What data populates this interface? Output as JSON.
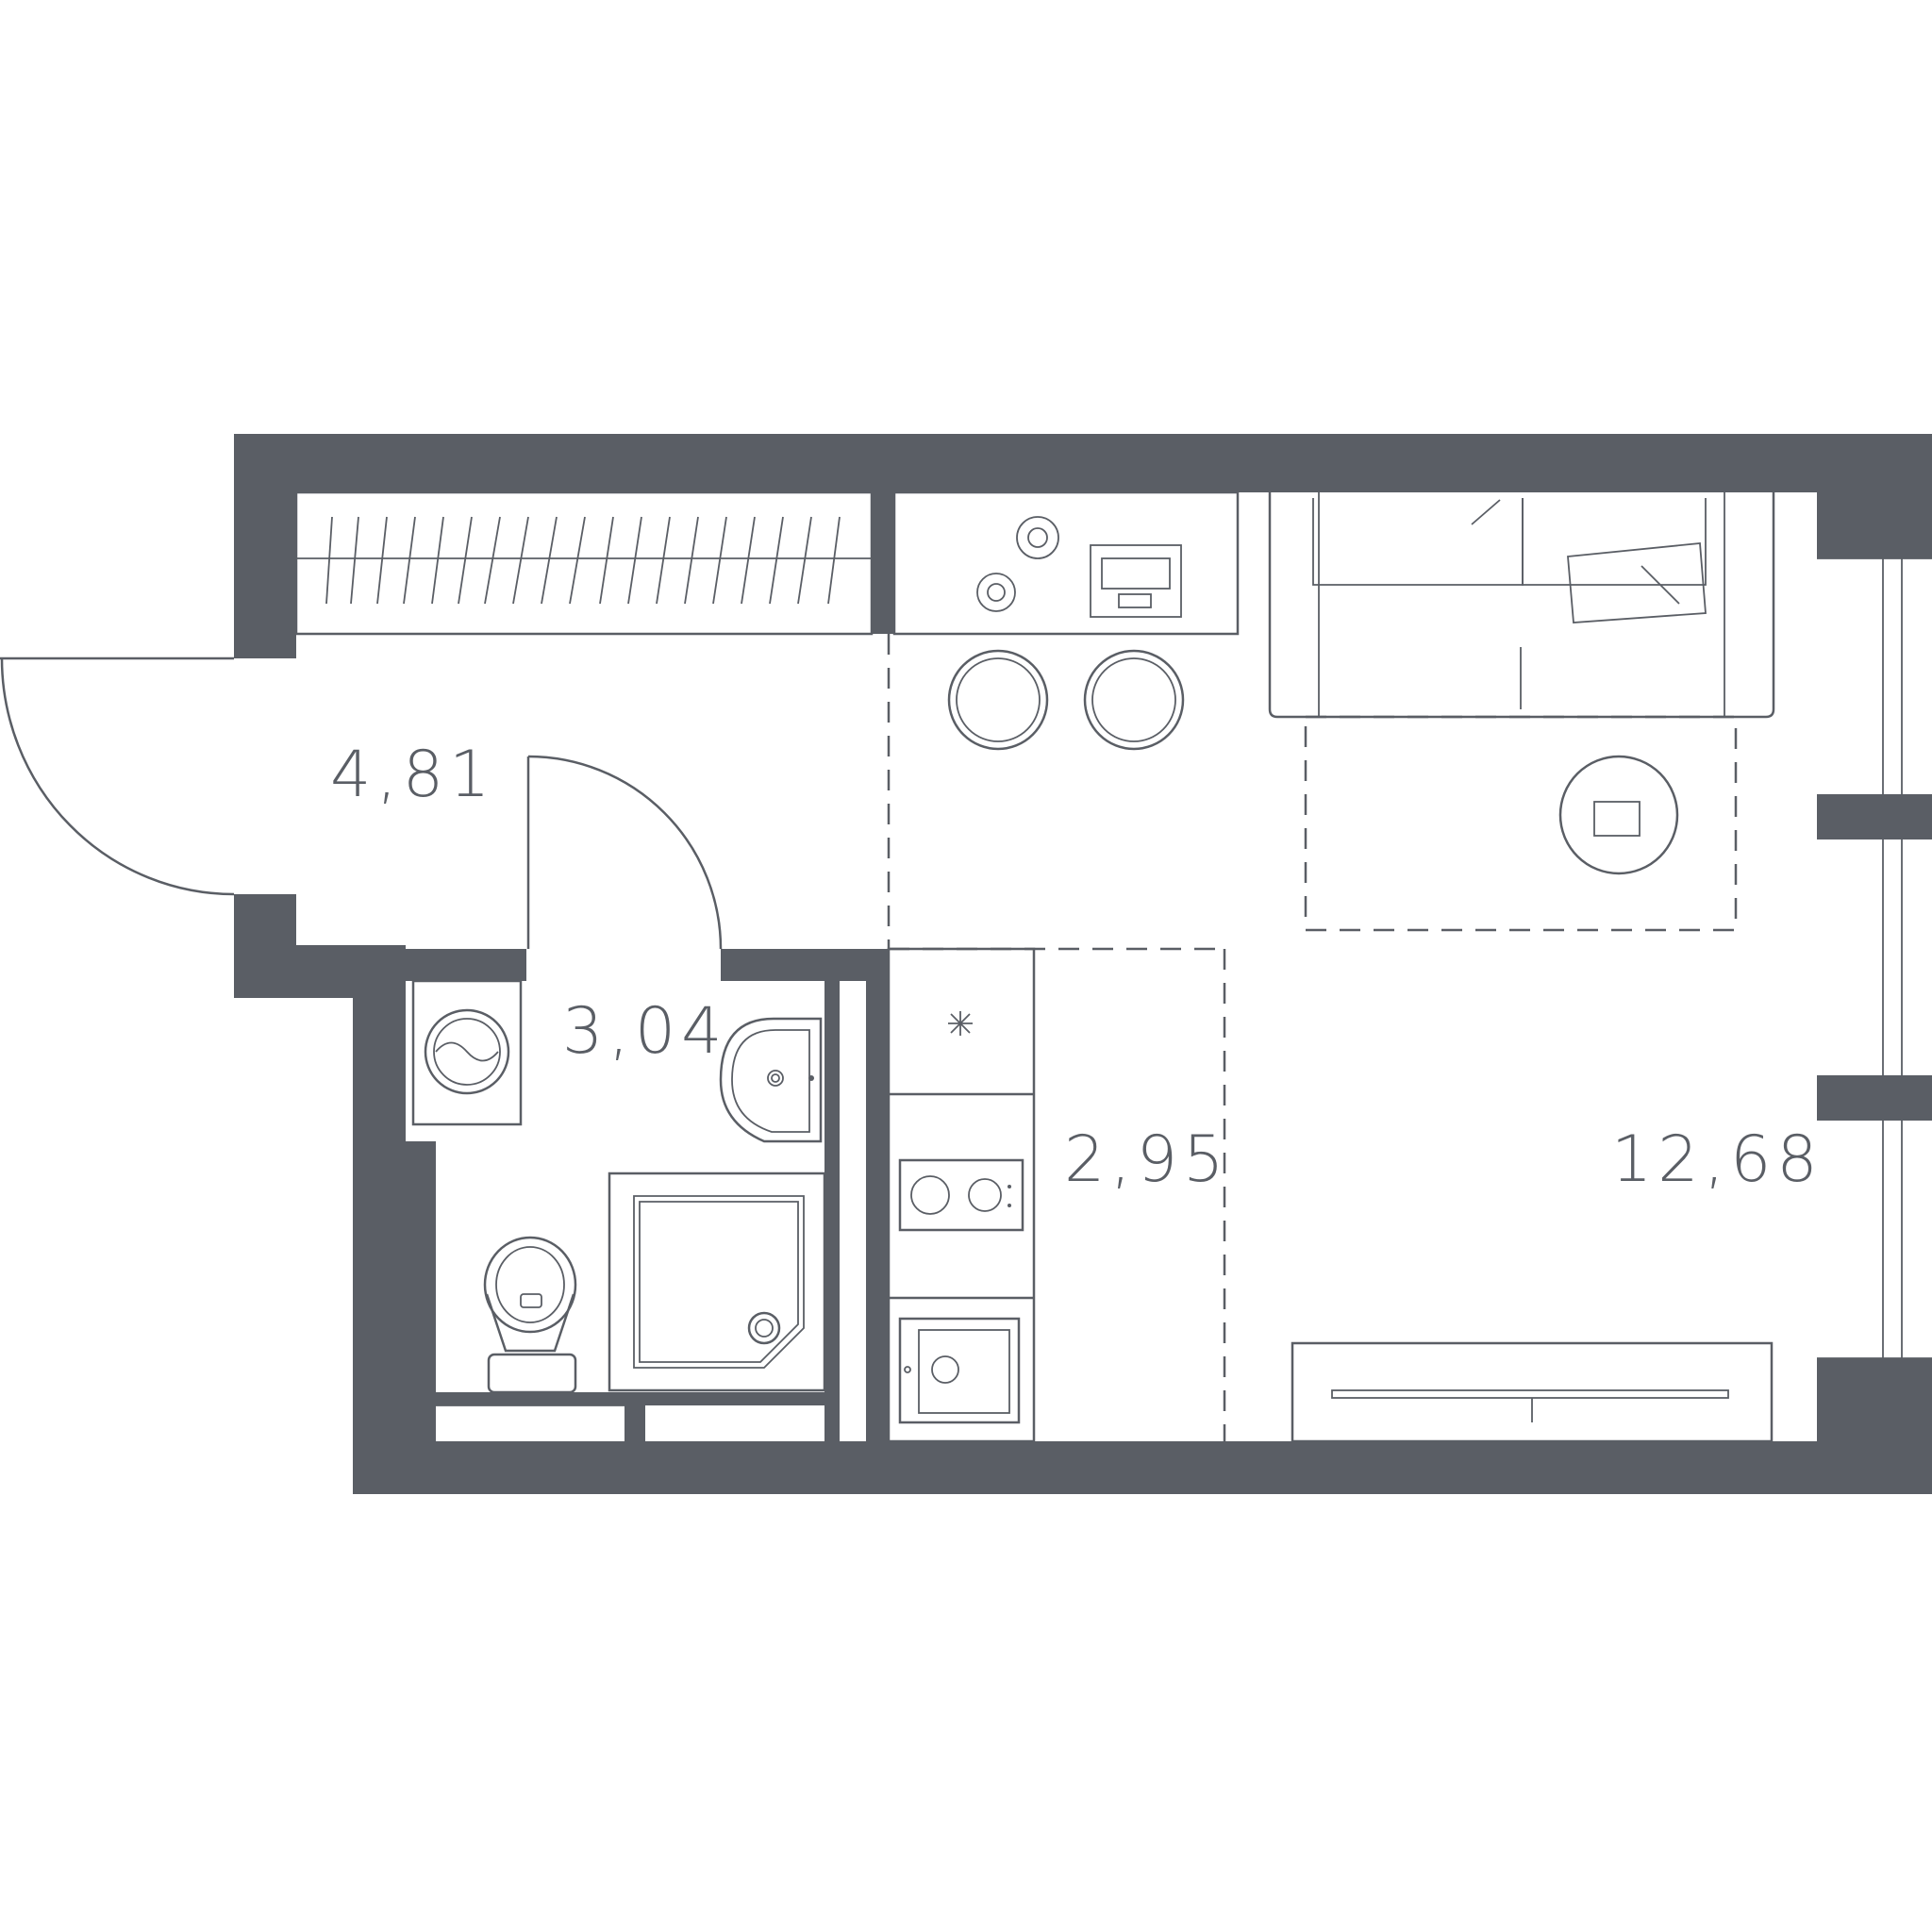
{
  "colors": {
    "wall": "#5a5e65",
    "line": "#5a5e65",
    "background": "#ffffff"
  },
  "rooms": [
    {
      "id": "hallway",
      "area_label": "4,81"
    },
    {
      "id": "bathroom",
      "area_label": "3,04"
    },
    {
      "id": "kitchen",
      "area_label": "2,95"
    },
    {
      "id": "living-room",
      "area_label": "12,68"
    }
  ]
}
